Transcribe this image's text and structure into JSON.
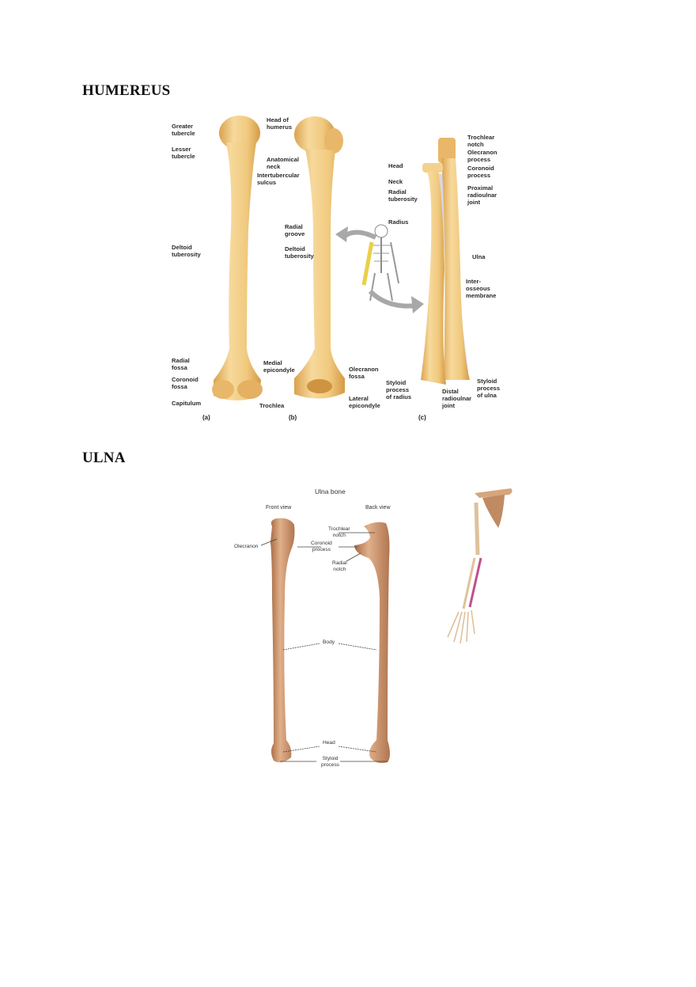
{
  "sections": [
    {
      "heading": "HUMEREUS",
      "figure": {
        "panels": [
          "(a)",
          "(b)",
          "(c)"
        ],
        "labels_a": {
          "greater_tubercle": "Greater\ntubercle",
          "lesser_tubercle": "Lesser\ntubercle",
          "deltoid_tuberosity": "Deltoid\ntuberosity",
          "radial_fossa": "Radial\nfossa",
          "coronoid_fossa": "Coronoid\nfossa",
          "capitulum": "Capitulum"
        },
        "labels_center": {
          "head_of_humerus": "Head of\nhumerus",
          "anatomical_neck": "Anatomical\nneck",
          "intertubercular_sulcus": "Intertubercular\nsulcus",
          "radial_groove": "Radial\ngroove",
          "deltoid_tuberosity": "Deltoid\ntuberosity",
          "medial_epicondyle": "Medial\nepicondyle",
          "trochlea": "Trochlea",
          "olecranon_fossa": "Olecranon\nfossa",
          "lateral_epicondyle": "Lateral\nepicondyle"
        },
        "labels_c": {
          "trochlear_notch": "Trochlear\nnotch",
          "olecranon_process": "Olecranon\nprocess",
          "coronoid_process": "Coronoid\nprocess",
          "proximal_radioulnar_joint": "Proximal\nradioulnar\njoint",
          "head": "Head",
          "neck": "Neck",
          "radial_tuberosity": "Radial\ntuberosity",
          "radius": "Radius",
          "ulna": "Ulna",
          "interosseous_membrane": "Inter-\nosseous\nmembrane",
          "styloid_process_of_radius": "Styloid\nprocess\nof radius",
          "distal_radioulnar_joint": "Distal\nradioulnar\njoint",
          "styloid_process_of_ulna": "Styloid\nprocess\nof ulna"
        }
      }
    },
    {
      "heading": "ULNA",
      "figure": {
        "title": "Ulna bone",
        "views": [
          "Front view",
          "Back view"
        ],
        "labels": {
          "olecranon": "Olecranon",
          "trochlear_notch": "Trochlear\nnotch",
          "coronoid_process": "Coronoid\nprocess",
          "radial_notch": "Radial\nnotch",
          "body": "Body",
          "head": "Head",
          "styloid_process": "Styloid\nprocess"
        }
      }
    }
  ],
  "colors": {
    "humerus_bone": "#f0c97e",
    "humerus_shadow": "#d9a34e",
    "ulna_bone": "#c48a5e",
    "ulna_highlight": "#e0b08a",
    "membrane": "#d9d6e6",
    "ulna_highlight_in_arm": "#c0508a"
  }
}
